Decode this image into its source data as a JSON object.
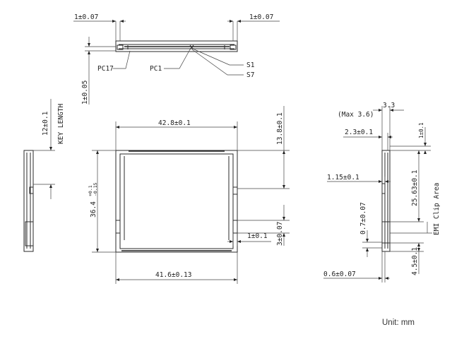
{
  "top_view": {
    "left_tol": "1±0.07",
    "right_tol": "1±0.07",
    "vertical_tol": "1±0.05",
    "label_pc17": "PC17",
    "label_pc1": "PC1",
    "label_s1": "S1",
    "label_s7": "S7"
  },
  "left_view": {
    "key_length": "12±0.1",
    "key_length_label": "KEY LENGTH"
  },
  "front_view": {
    "width_top": "42.8±0.1",
    "width_bottom": "41.6±0.13",
    "height": "36.4",
    "height_tol_upper": "+0.1",
    "height_tol_lower": "-0.15",
    "right_top": "13.8±0.1",
    "right_small": "1±0.1",
    "right_bottom": "3±0.07"
  },
  "side_view": {
    "thickness": "3.3",
    "thickness_max": "(Max 3.6)",
    "dim_2_3": "2.3±0.1",
    "dim_1_tol": "1±0.1",
    "dim_1_15": "1.15±0.1",
    "dim_0_7": "0.7±0.07",
    "dim_25_63": "25.63±0.1",
    "emi_label": "EMI Clip Area",
    "dim_4_5": "4.5±0.1",
    "dim_0_6": "0.6±0.07"
  },
  "unit_label": "Unit: mm"
}
